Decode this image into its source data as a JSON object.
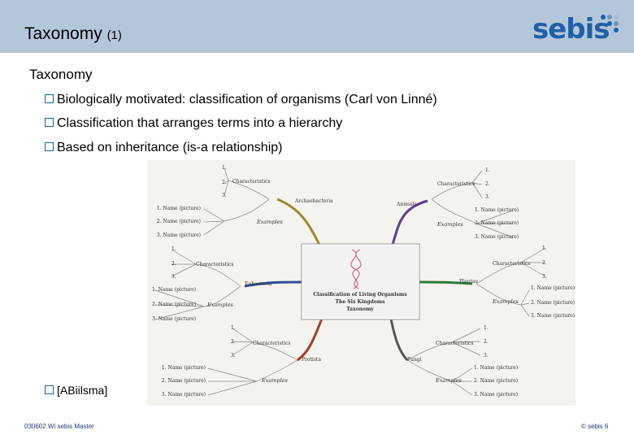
{
  "slide": {
    "title_main": "Taxonomy",
    "title_suffix": "(1)",
    "logo_text": "sebis",
    "heading": "Taxonomy",
    "bullets": [
      "Biologically motivated: classification of organisms (Carl von Linné)",
      "Classification that arranges terms into a hierarchy",
      "Based on inheritance (is-a relationship)"
    ],
    "reference": "[ABiilsma]",
    "footer_left": "030602 Wi sebis Master",
    "footer_right": "© sebis 6"
  },
  "mindmap": {
    "center_lines": [
      "Classification of Living Organisms",
      "The Six Kingdoms",
      "Taxonomy"
    ],
    "kingdoms": [
      "Archaebacteria",
      "Animals",
      "Eubacteria",
      "Plantae",
      "Protista",
      "Fungi"
    ],
    "characteristics_label": "Characteristics",
    "examples_label": "Examples",
    "num_1": "1.",
    "num_2": "2.",
    "num_3": "3.",
    "example_items": [
      "1. Name (picture)",
      "2. Name (picture)",
      "3. Name (picture)"
    ],
    "colors": {
      "archaebacteria": "#9b8a2e",
      "animals": "#5a3f8f",
      "eubacteria": "#2f4e9a",
      "plantae": "#2f7a3a",
      "protista": "#a0402a",
      "fungi": "#555555"
    }
  }
}
